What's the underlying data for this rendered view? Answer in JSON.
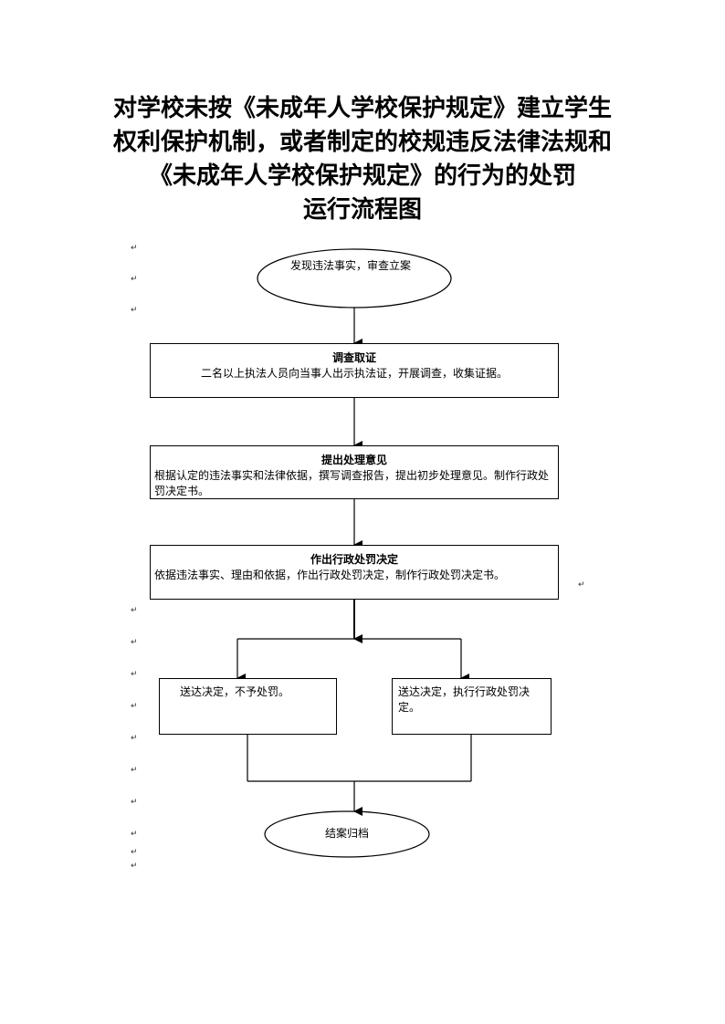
{
  "title": {
    "lines": [
      "对学校未按《未成年人学校保护规定》建立学生",
      "权利保护机制，或者制定的校规违反法律法规和",
      "《未成年人学校保护规定》的行为的处罚",
      "运行流程图"
    ]
  },
  "flow": {
    "start": "发现违法事实，审查立案",
    "step1": {
      "title": "调查取证",
      "body": "二名以上执法人员向当事人出示执法证，开展调查，收集证据。"
    },
    "step2": {
      "title": "提出处理意见",
      "body": "根据认定的违法事实和法律依据，撰写调查报告，提出初步处理意见。制作行政处罚决定书。"
    },
    "step3": {
      "title": "作出行政处罚决定",
      "body": "依据违法事实、理由和依据，作出行政处罚决定，制作行政处罚决定书。"
    },
    "left_branch": "送达决定，不予处罚。",
    "right_branch": "送达决定，执行行政处罚决定。",
    "end": "结案归档"
  },
  "paragraph_mark": "↵"
}
